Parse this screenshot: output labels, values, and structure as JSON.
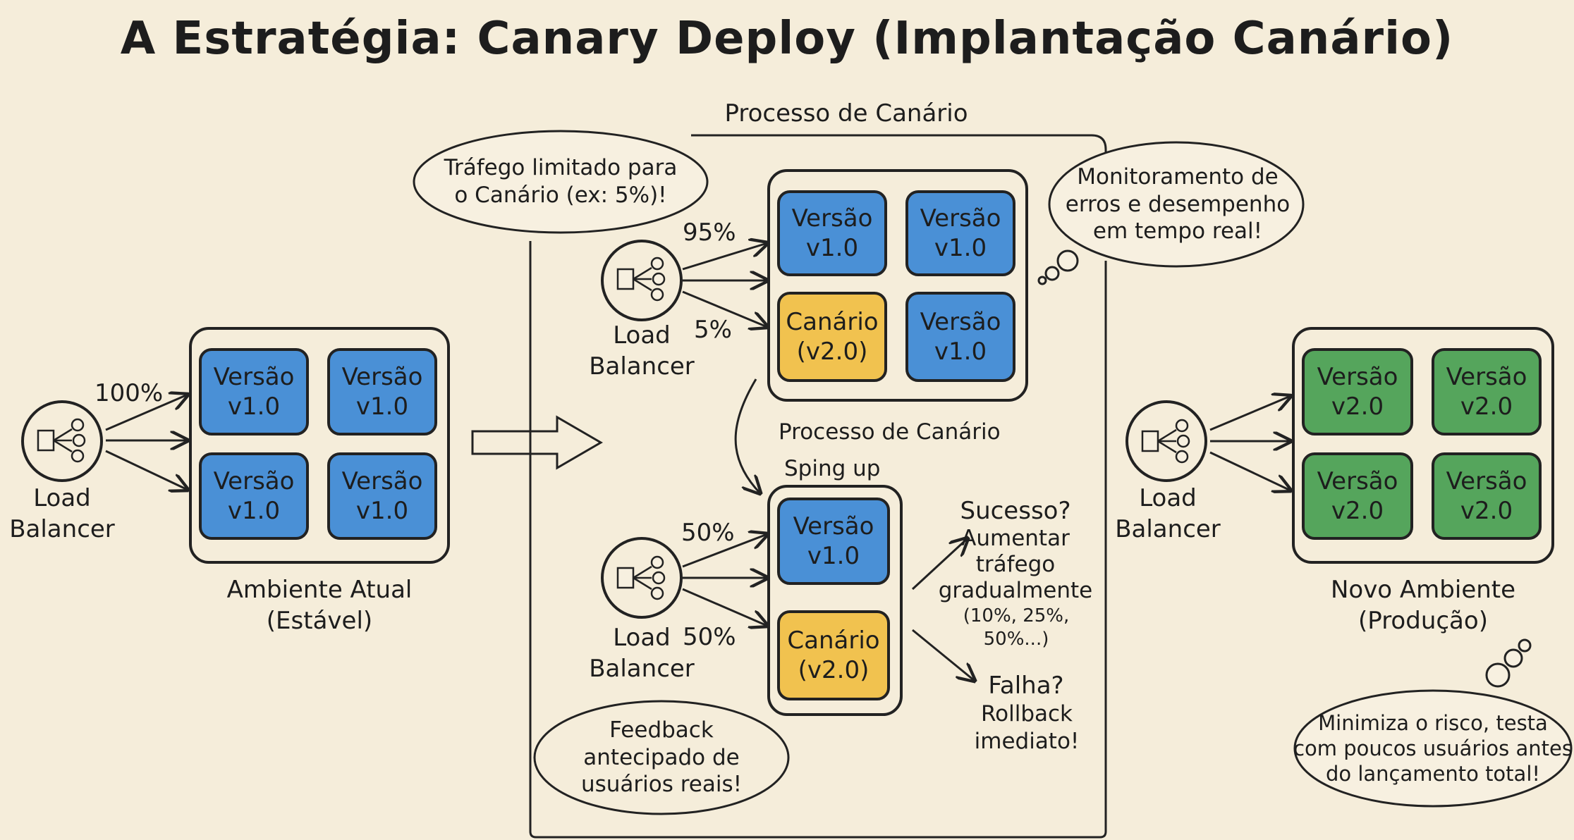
{
  "title": "A Estratégia: Canary Deploy (Implantação Canário)",
  "colors": {
    "background": "#f5edda",
    "stable": "#4a90d6",
    "canary": "#f1c24f",
    "new": "#55a55c",
    "ink": "#222222"
  },
  "left": {
    "load_balancer": "Load\nBalancer",
    "percent": "100%",
    "servers": [
      "Versão\nv1.0",
      "Versão\nv1.0",
      "Versão\nv1.0",
      "Versão\nv1.0"
    ],
    "caption": "Ambiente Atual\n(Estável)"
  },
  "middle": {
    "section_title": "Processo de Canário",
    "top_cloud": "Tráfego limitado para\no Canário (ex: 5%)!",
    "top_load_balancer": "Load\nBalancer",
    "top_percent_major": "95%",
    "top_percent_minor": "5%",
    "top_servers": [
      "Versão\nv1.0",
      "Versão\nv1.0",
      "Canário\n(v2.0)",
      "Versão\nv1.0"
    ],
    "monitor_cloud": "Monitoramento de\nerros e desempenho\nem tempo real!",
    "mid_label_1": "Processo de Canário",
    "mid_label_2": "Sping up",
    "bottom_load_balancer": "Load\nBalancer",
    "bottom_percent_top": "50%",
    "bottom_percent_bottom": "50%",
    "bottom_servers": [
      "Versão\nv1.0",
      "Canário\n(v2.0)"
    ],
    "success_title": "Sucesso?",
    "success_text": "Aumentar\ntráfego\ngradualmente",
    "success_steps": "(10%, 25%, 50%...)",
    "failure_title": "Falha?",
    "failure_text": "Rollback\nimediato!",
    "feedback": "Feedback\nantecipado de\nusuários reais!"
  },
  "right": {
    "load_balancer": "Load\nBalancer",
    "servers": [
      "Versão\nv2.0",
      "Versão\nv2.0",
      "Versão\nv2.0",
      "Versão\nv2.0"
    ],
    "caption": "Novo Ambiente\n(Produção)",
    "risk_cloud": "Minimiza o risco, testa\ncom poucos usuários antes\ndo lançamento total!"
  }
}
